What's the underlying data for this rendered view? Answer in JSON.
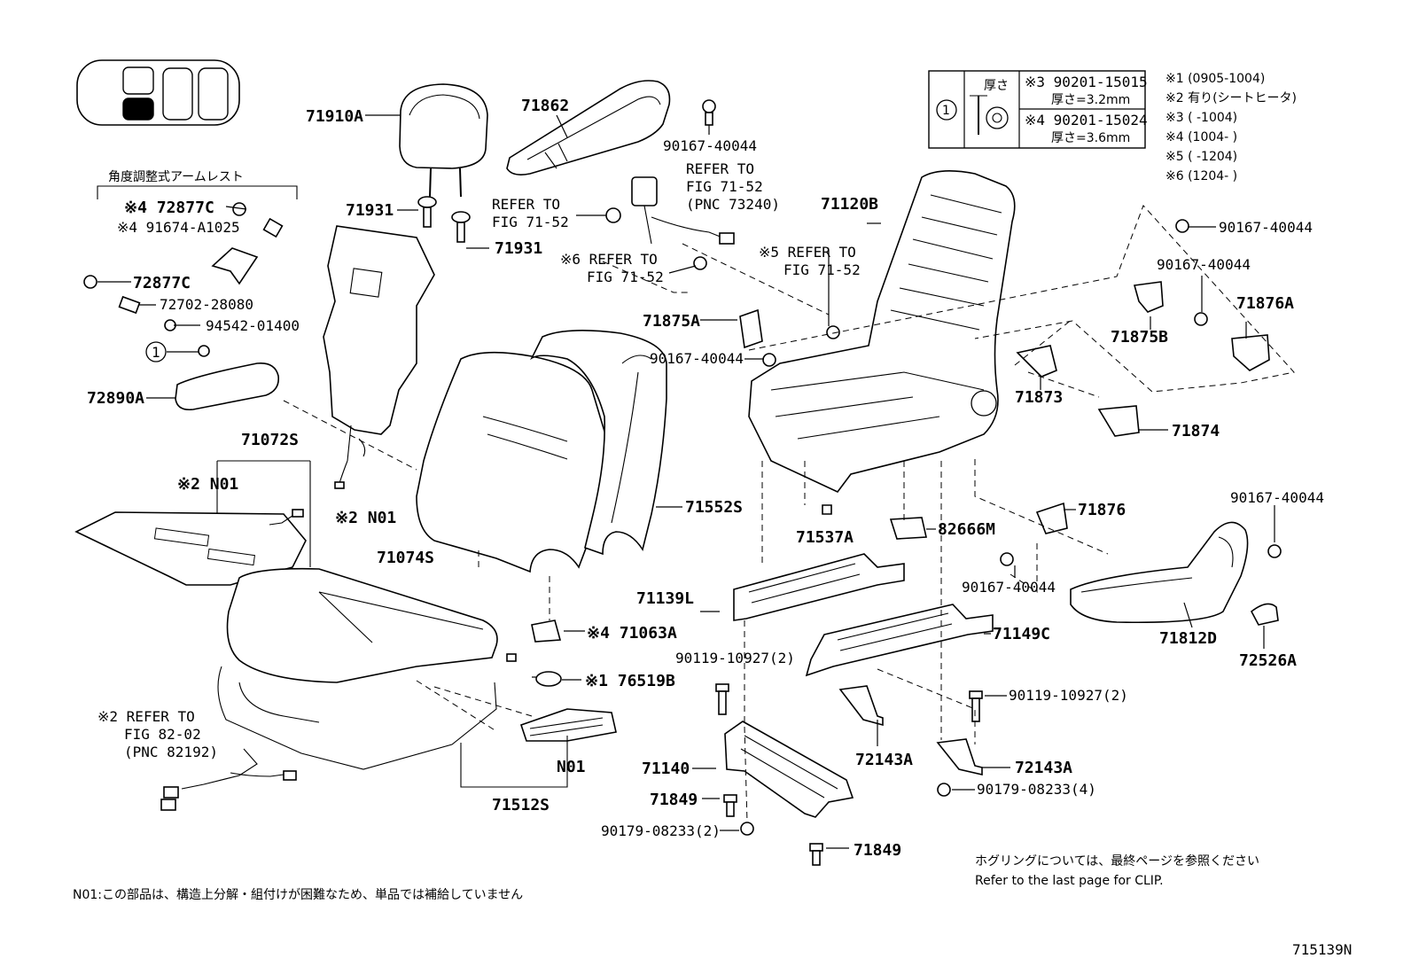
{
  "diagram": {
    "figure_code": "715139N",
    "notes": {
      "n01_note": "N01:この部品は、構造上分解・組付けが困難なため、単品では補給していません",
      "clip_note_jp": "ホグリングについては、最終ページを参照ください",
      "clip_note_en": "Refer to the last page for CLIP."
    },
    "legend": [
      "※1 (0905-1004)",
      "※2  有り(シートヒータ)",
      "※3 (     -1004)",
      "※4 (1004-     )",
      "※5 (     -1204)",
      "※6 (1204-     )"
    ],
    "washer_table": {
      "circle_num": "1",
      "thickness_label": "厚さ",
      "row1_code": "※3 90201-15015",
      "row1_thick": "厚さ=3.2mm",
      "row2_code": "※4 90201-15024",
      "row2_thick": "厚さ=3.6mm"
    },
    "armrest_group_title": "角度調整式アームレスト",
    "labels": {
      "p71910A": "71910A",
      "p71862": "71862",
      "p90167a": "90167-40044",
      "p71931a": "71931",
      "p71931b": "71931",
      "refer1a": "REFER TO",
      "refer1b": "FIG 71-52",
      "refer2a": "REFER TO",
      "refer2b": "FIG 71-52",
      "refer2c": "(PNC 73240)",
      "refer3a": "※6 REFER TO",
      "refer3b": "FIG 71-52",
      "p71120B": "71120B",
      "refer5a": "※5 REFER TO",
      "refer5b": "FIG 71-52",
      "p90167b": "90167-40044",
      "p90167c": "90167-40044",
      "p71876A": "71876A",
      "p71875B": "71875B",
      "p71875A": "71875A",
      "p90167d": "90167-40044",
      "p71873": "71873",
      "p71874": "71874",
      "p72877C_a": "※4 72877C",
      "p491674": "※4 91674-A1025",
      "p72877C_b": "72877C",
      "p72702": "72702-28080",
      "p94542": "94542-01400",
      "p_circ1": "1",
      "p72890A": "72890A",
      "p71072S": "71072S",
      "pN01a": "※2 N01",
      "pN01b": "※2 N01",
      "p71074S": "71074S",
      "p71552S": "71552S",
      "p71537A": "71537A",
      "p82666M": "82666M",
      "p71876": "71876",
      "p90167e": "90167-40044",
      "p90167f": "90167-40044",
      "p71139L": "71139L",
      "p71149C": "71149C",
      "p71812D": "71812D",
      "p72526A": "72526A",
      "p71063A": "※4 71063A",
      "p76519B": "※1 76519B",
      "p90119a": "90119-10927(2)",
      "p90119b": "90119-10927(2)",
      "refer4a": "※2 REFER TO",
      "refer4b": "FIG 82-02",
      "refer4c": "(PNC 82192)",
      "pN01c": "N01",
      "p71512S": "71512S",
      "p71140": "71140",
      "p71849a": "71849",
      "p71849b": "71849",
      "p90179a": "90179-08233(2)",
      "p90179b": "90179-08233(4)",
      "p72143Aa": "72143A",
      "p72143Ab": "72143A"
    }
  }
}
